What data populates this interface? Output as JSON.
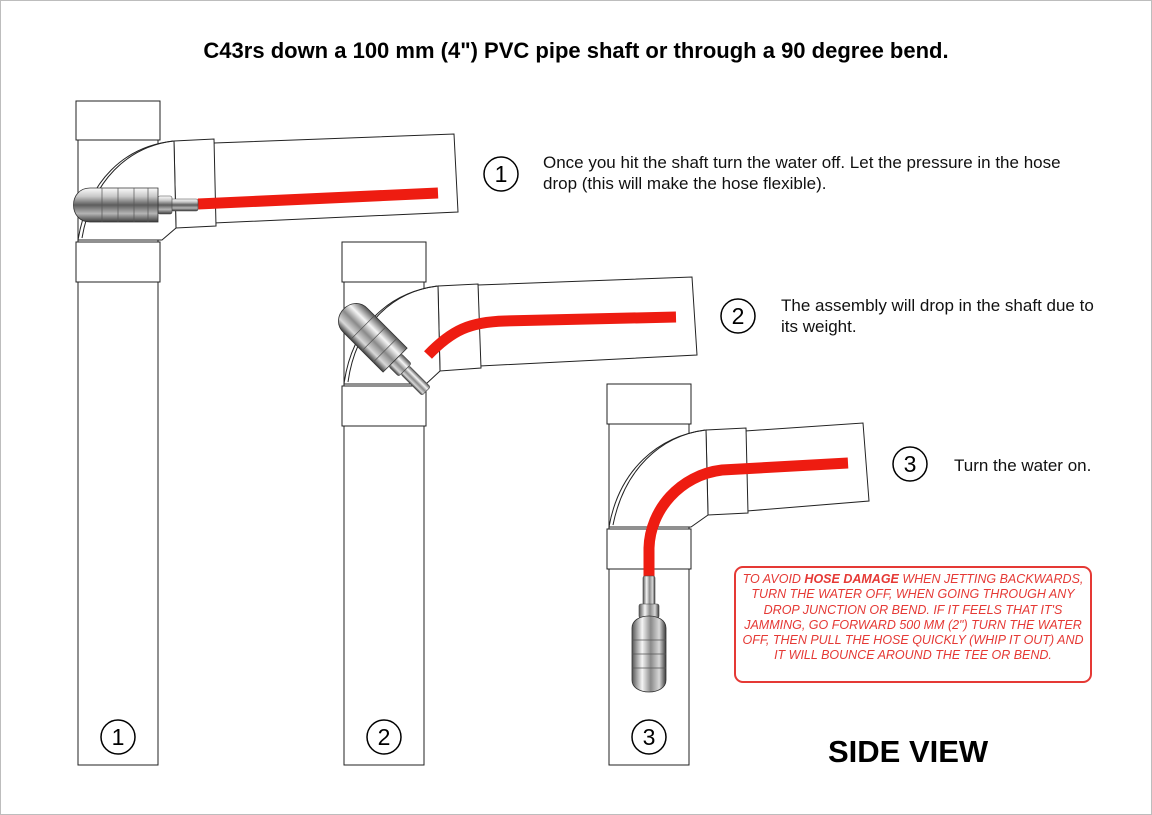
{
  "title": "C43rs down a 100 mm (4\") PVC pipe shaft or through a 90 degree bend.",
  "steps": [
    {
      "number": "1",
      "text": "Once you hit the shaft turn the water off. Let the pressure in the hose drop (this will make the hose flexible)."
    },
    {
      "number": "2",
      "text": "The assembly will drop in the shaft due to its weight."
    },
    {
      "number": "3",
      "text": "Turn the water on."
    }
  ],
  "warning": {
    "before": "TO AVOID ",
    "emphasis": "HOSE DAMAGE",
    "after": " WHEN JETTING BACKWARDS, TURN THE WATER OFF, WHEN GOING THROUGH ANY DROP JUNCTION OR BEND. IF IT FEELS THAT IT'S JAMMING, GO FORWARD 500 MM (2\") TURN THE WATER OFF, THEN PULL THE HOSE QUICKLY (WHIP IT OUT) AND IT WILL BOUNCE AROUND THE TEE OR BEND."
  },
  "view_label": "SIDE VIEW",
  "colors": {
    "hose": "#ee1c11",
    "warning": "#e53935",
    "pipe_outline": "#222222"
  },
  "icons": [
    "jetter-nozzle-icon"
  ]
}
